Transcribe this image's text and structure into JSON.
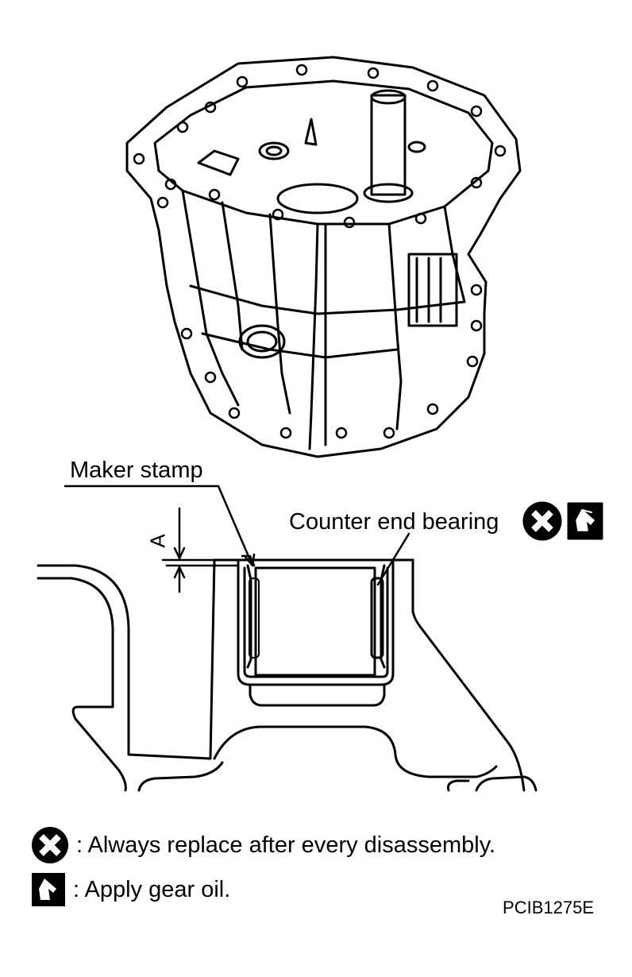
{
  "labels": {
    "maker_stamp": "Maker stamp",
    "counter_end_bearing": "Counter end bearing",
    "dimension_a": "A"
  },
  "legend": [
    {
      "icon": "always-replace-icon",
      "text": ": Always replace after every disassembly."
    },
    {
      "icon": "apply-gear-oil-icon",
      "text": ": Apply gear oil."
    }
  ],
  "figure_code": "PCIB1275E",
  "colors": {
    "ink": "#000000",
    "paper": "#ffffff"
  }
}
